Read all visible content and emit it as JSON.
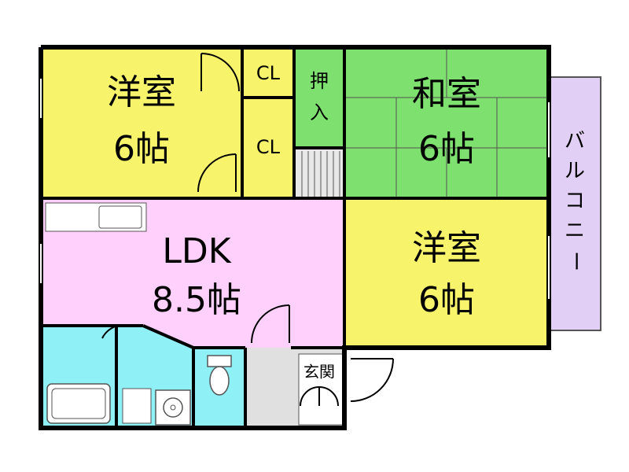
{
  "rooms": {
    "western_top_left": {
      "name": "洋室",
      "size": "6帖"
    },
    "cl_top": {
      "name": "CL"
    },
    "cl_bottom": {
      "name": "CL"
    },
    "oshiire": {
      "line1": "押",
      "line2": "入"
    },
    "japanese": {
      "name": "和室",
      "size": "6帖"
    },
    "balcony": {
      "chars": [
        "バ",
        "ル",
        "コ",
        "ニ",
        "ー"
      ]
    },
    "ldk": {
      "name": "LDK",
      "size": "8.5帖"
    },
    "western_right": {
      "name": "洋室",
      "size": "6帖"
    },
    "genkan": {
      "name": "玄関"
    }
  },
  "colors": {
    "western": "#f7f36b",
    "japanese": "#7ee06f",
    "ldk": "#ffd0fb",
    "wet": "#8ff0f5",
    "balcony": "#e2cff5",
    "genkan": "#e0e0e0",
    "closet": "#f7f36b",
    "stair": "#e8e8e8"
  }
}
